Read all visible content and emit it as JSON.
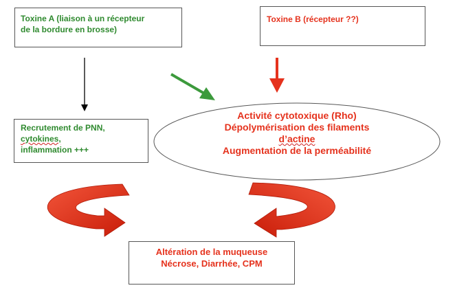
{
  "toxin_a": {
    "line1": "Toxine A (liaison à un récepteur",
    "line2": "de la bordure en brosse)"
  },
  "toxin_b": {
    "label": "Toxine B (récepteur ??)"
  },
  "recruitment": {
    "line1": "Recrutement de PNN,",
    "line2": "cytokines,",
    "line3": "inflammation +++"
  },
  "cytotoxic": {
    "line1": "Activité cytotoxique (Rho)",
    "line2": "Dépolymérisation des filaments",
    "line3": "d’actine",
    "line4": "Augmentation de la perméabilité"
  },
  "outcome": {
    "line1": "Altération de la muqueuse",
    "line2": "Nécrose, Diarrhée, CPM"
  },
  "colors": {
    "green": "#2f8a2f",
    "red": "#e5321d",
    "black": "#000000"
  }
}
